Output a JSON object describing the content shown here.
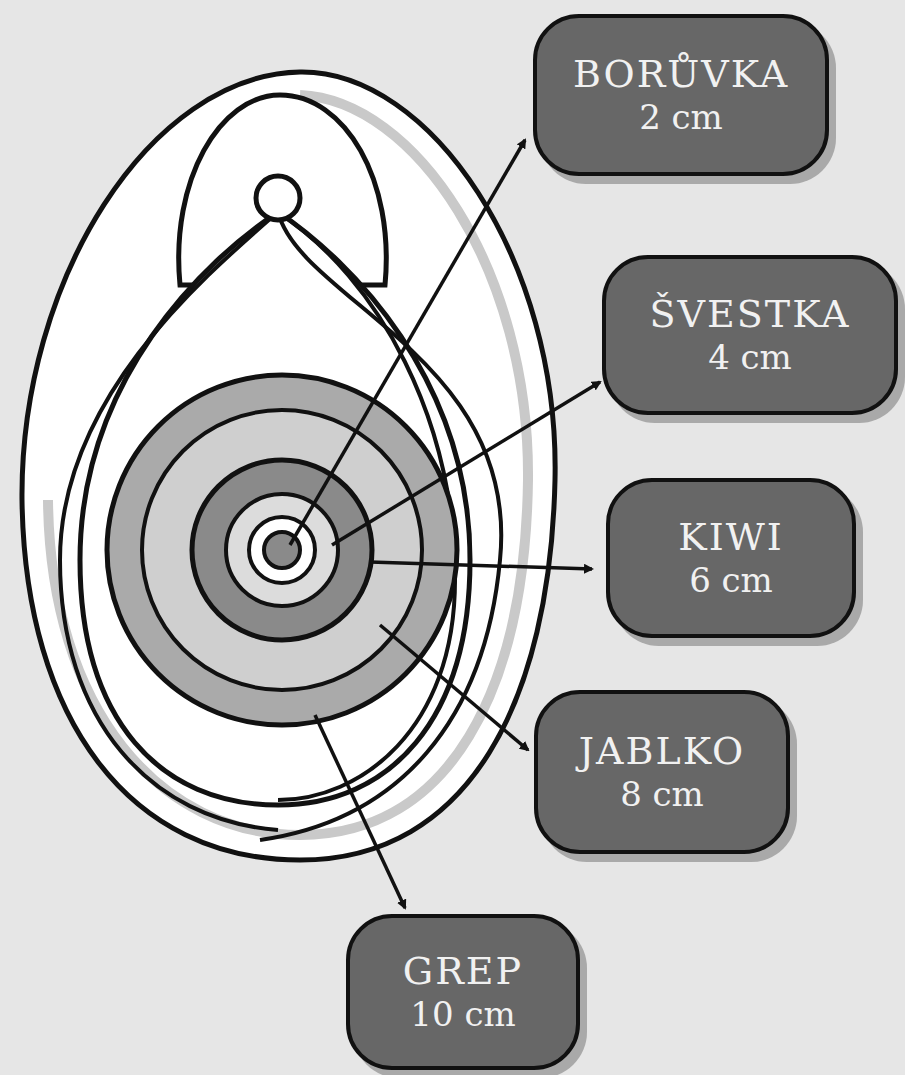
{
  "diagram": {
    "nodes": [
      {
        "text": [
          "BORŮVKA",
          "2 cm"
        ]
      },
      {
        "text": [
          "ŠVESTKA",
          "4 cm"
        ]
      },
      {
        "text": [
          "KIWI",
          "6 cm"
        ]
      },
      {
        "text": [
          "JABLKO",
          "8 cm"
        ]
      },
      {
        "text": [
          "GREP",
          "10 cm"
        ]
      }
    ]
  }
}
